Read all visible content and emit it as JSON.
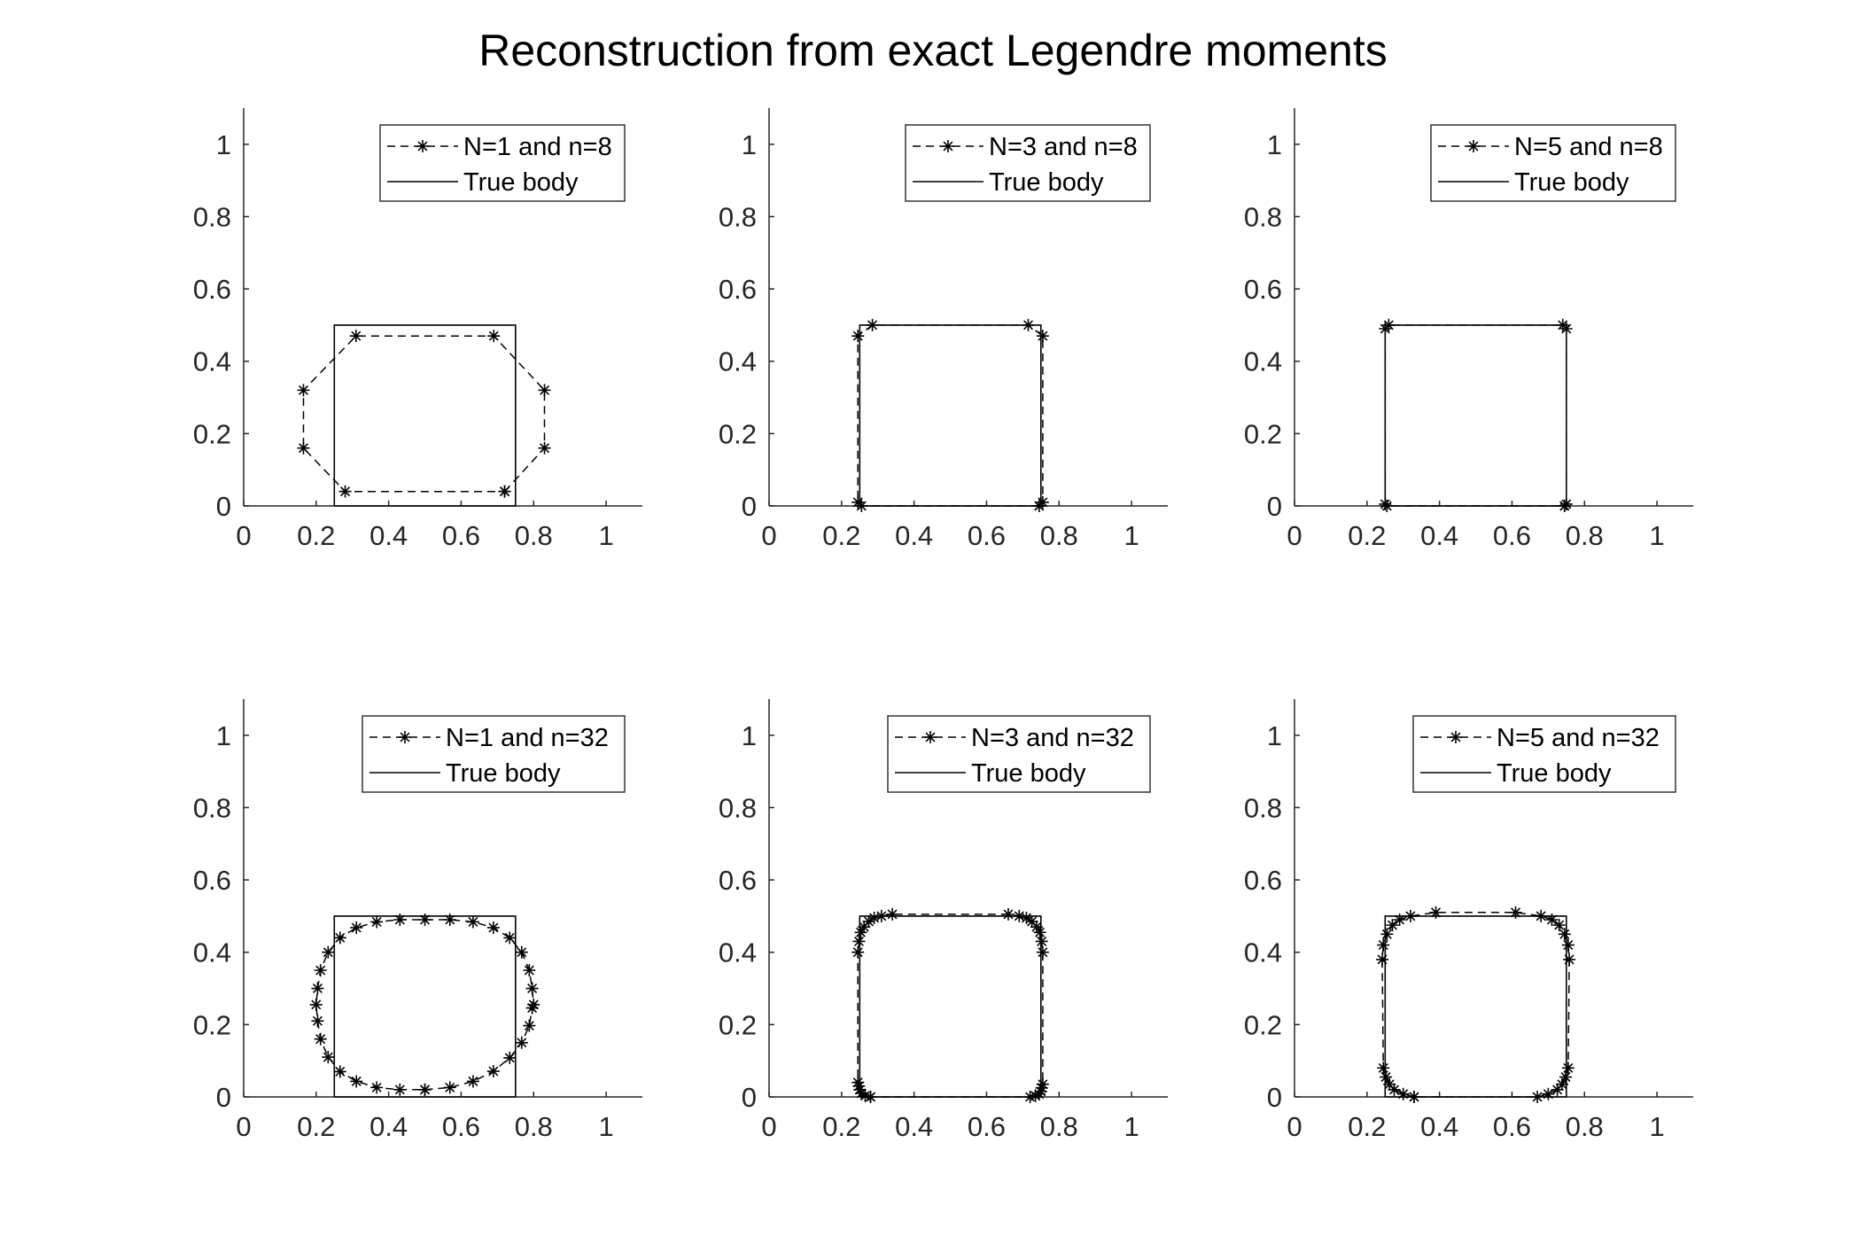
{
  "figure": {
    "title": "Reconstruction from exact Legendre moments"
  },
  "styles": {
    "reconstruction_color": "#000000",
    "true_body_color": "#000000",
    "axis_color": "#262626",
    "background": "#ffffff"
  },
  "chart_data": [
    {
      "type": "line",
      "panel": "top-left",
      "xlim": [
        0,
        1.1
      ],
      "ylim": [
        0,
        1.1
      ],
      "xticks": [
        0,
        0.2,
        0.4,
        0.6,
        0.8,
        1
      ],
      "yticks": [
        0,
        0.2,
        0.4,
        0.6,
        0.8,
        1
      ],
      "legend_position": "top-right",
      "grid": false,
      "series": [
        {
          "name": "N=1 and n=8",
          "style": "dashed-star",
          "x": [
            0.72,
            0.83,
            0.83,
            0.69,
            0.31,
            0.165,
            0.165,
            0.28,
            0.72
          ],
          "y": [
            0.04,
            0.16,
            0.32,
            0.47,
            0.47,
            0.32,
            0.16,
            0.04,
            0.04
          ]
        },
        {
          "name": "True body",
          "style": "solid",
          "x": [
            0.25,
            0.75,
            0.75,
            0.25,
            0.25
          ],
          "y": [
            0,
            0,
            0.5,
            0.5,
            0
          ]
        }
      ]
    },
    {
      "type": "line",
      "panel": "top-middle",
      "xlim": [
        0,
        1.1
      ],
      "ylim": [
        0,
        1.1
      ],
      "xticks": [
        0,
        0.2,
        0.4,
        0.6,
        0.8,
        1
      ],
      "yticks": [
        0,
        0.2,
        0.4,
        0.6,
        0.8,
        1
      ],
      "legend_position": "top-right",
      "grid": false,
      "series": [
        {
          "name": "N=3 and n=8",
          "style": "dashed-star",
          "x": [
            0.745,
            0.755,
            0.755,
            0.715,
            0.285,
            0.245,
            0.245,
            0.255,
            0.745
          ],
          "y": [
            0.0,
            0.01,
            0.47,
            0.5,
            0.5,
            0.47,
            0.01,
            0.0,
            0.0
          ]
        },
        {
          "name": "True body",
          "style": "solid",
          "x": [
            0.25,
            0.75,
            0.75,
            0.25,
            0.25
          ],
          "y": [
            0,
            0,
            0.5,
            0.5,
            0
          ]
        }
      ]
    },
    {
      "type": "line",
      "panel": "top-right",
      "xlim": [
        0,
        1.1
      ],
      "ylim": [
        0,
        1.1
      ],
      "xticks": [
        0,
        0.2,
        0.4,
        0.6,
        0.8,
        1
      ],
      "yticks": [
        0,
        0.2,
        0.4,
        0.6,
        0.8,
        1
      ],
      "legend_position": "top-right",
      "grid": false,
      "series": [
        {
          "name": "N=5 and n=8",
          "style": "dashed-star",
          "x": [
            0.745,
            0.75,
            0.75,
            0.74,
            0.26,
            0.25,
            0.25,
            0.255,
            0.745
          ],
          "y": [
            0.0,
            0.005,
            0.49,
            0.5,
            0.5,
            0.49,
            0.005,
            0.0,
            0.0
          ]
        },
        {
          "name": "True body",
          "style": "solid",
          "x": [
            0.25,
            0.75,
            0.75,
            0.25,
            0.25
          ],
          "y": [
            0,
            0,
            0.5,
            0.5,
            0
          ]
        }
      ]
    },
    {
      "type": "line",
      "panel": "bottom-left",
      "xlim": [
        0,
        1.1
      ],
      "ylim": [
        0,
        1.1
      ],
      "xticks": [
        0,
        0.2,
        0.4,
        0.6,
        0.8,
        1
      ],
      "yticks": [
        0,
        0.2,
        0.4,
        0.6,
        0.8,
        1
      ],
      "legend_position": "top-right",
      "grid": false,
      "series": [
        {
          "name": "N=1 and n=32",
          "style": "dashed-star",
          "x": [
            0.5,
            0.569,
            0.633,
            0.689,
            0.734,
            0.767,
            0.788,
            0.796,
            0.8,
            0.796,
            0.788,
            0.767,
            0.734,
            0.689,
            0.633,
            0.569,
            0.5,
            0.431,
            0.367,
            0.311,
            0.266,
            0.233,
            0.212,
            0.204,
            0.2,
            0.204,
            0.212,
            0.233,
            0.266,
            0.311,
            0.367,
            0.431,
            0.5
          ],
          "y": [
            0.02,
            0.026,
            0.043,
            0.071,
            0.108,
            0.15,
            0.197,
            0.246,
            0.255,
            0.3,
            0.35,
            0.4,
            0.44,
            0.468,
            0.484,
            0.49,
            0.49,
            0.49,
            0.484,
            0.468,
            0.44,
            0.4,
            0.35,
            0.3,
            0.255,
            0.21,
            0.16,
            0.11,
            0.07,
            0.043,
            0.026,
            0.02,
            0.02
          ]
        },
        {
          "name": "True body",
          "style": "solid",
          "x": [
            0.25,
            0.75,
            0.75,
            0.25,
            0.25
          ],
          "y": [
            0,
            0,
            0.5,
            0.5,
            0
          ]
        }
      ]
    },
    {
      "type": "line",
      "panel": "bottom-middle",
      "xlim": [
        0,
        1.1
      ],
      "ylim": [
        0,
        1.1
      ],
      "xticks": [
        0,
        0.2,
        0.4,
        0.6,
        0.8,
        1
      ],
      "yticks": [
        0,
        0.2,
        0.4,
        0.6,
        0.8,
        1
      ],
      "legend_position": "top-right",
      "grid": false,
      "series": [
        {
          "name": "N=3 and n=32",
          "style": "dashed-star",
          "x": [
            0.28,
            0.265,
            0.255,
            0.25,
            0.248,
            0.245,
            0.245,
            0.248,
            0.253,
            0.262,
            0.275,
            0.29,
            0.31,
            0.34,
            0.66,
            0.69,
            0.71,
            0.725,
            0.738,
            0.747,
            0.752,
            0.755,
            0.755,
            0.752,
            0.75,
            0.745,
            0.735,
            0.72,
            0.28
          ],
          "y": [
            0.0,
            0.003,
            0.01,
            0.02,
            0.03,
            0.04,
            0.4,
            0.43,
            0.455,
            0.47,
            0.485,
            0.495,
            0.5,
            0.505,
            0.505,
            0.5,
            0.495,
            0.485,
            0.47,
            0.455,
            0.43,
            0.4,
            0.035,
            0.025,
            0.015,
            0.008,
            0.003,
            0.0,
            0.0
          ]
        },
        {
          "name": "True body",
          "style": "solid",
          "x": [
            0.25,
            0.75,
            0.75,
            0.25,
            0.25
          ],
          "y": [
            0,
            0,
            0.5,
            0.5,
            0
          ]
        }
      ]
    },
    {
      "type": "line",
      "panel": "bottom-right",
      "xlim": [
        0,
        1.1
      ],
      "ylim": [
        0,
        1.1
      ],
      "xticks": [
        0,
        0.2,
        0.4,
        0.6,
        0.8,
        1
      ],
      "yticks": [
        0,
        0.2,
        0.4,
        0.6,
        0.8,
        1
      ],
      "legend_position": "top-right",
      "grid": false,
      "series": [
        {
          "name": "N=5 and n=32",
          "style": "dashed-star",
          "x": [
            0.33,
            0.3,
            0.275,
            0.262,
            0.252,
            0.245,
            0.242,
            0.245,
            0.255,
            0.27,
            0.29,
            0.32,
            0.39,
            0.61,
            0.68,
            0.71,
            0.73,
            0.745,
            0.755,
            0.758,
            0.755,
            0.748,
            0.738,
            0.725,
            0.7,
            0.67,
            0.33
          ],
          "y": [
            0.0,
            0.008,
            0.02,
            0.035,
            0.055,
            0.08,
            0.38,
            0.42,
            0.45,
            0.475,
            0.49,
            0.5,
            0.51,
            0.51,
            0.5,
            0.49,
            0.475,
            0.45,
            0.42,
            0.38,
            0.08,
            0.055,
            0.035,
            0.02,
            0.008,
            0.0,
            0.0
          ]
        },
        {
          "name": "True body",
          "style": "solid",
          "x": [
            0.25,
            0.75,
            0.75,
            0.25,
            0.25
          ],
          "y": [
            0,
            0,
            0.5,
            0.5,
            0
          ]
        }
      ]
    }
  ]
}
